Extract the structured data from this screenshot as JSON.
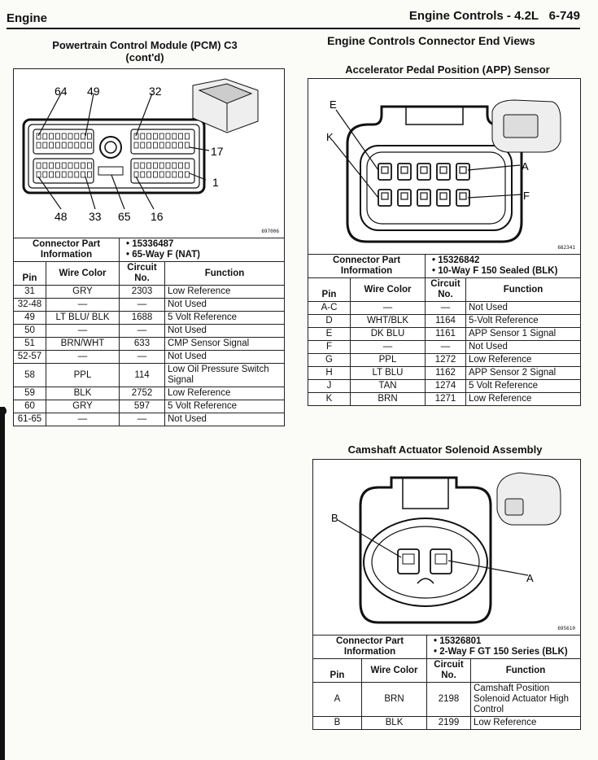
{
  "header": {
    "left": "Engine",
    "right_title": "Engine Controls - 4.2L",
    "page_number": "6-749"
  },
  "pcm": {
    "title_line1": "Powertrain Control Module (PCM) C3",
    "title_line2": "(cont'd)",
    "figure_id": "697006",
    "callouts": [
      "64",
      "49",
      "32",
      "17",
      "1",
      "48",
      "33",
      "65",
      "16"
    ],
    "connector": {
      "label": "Connector Part Information",
      "part_number": "15336487",
      "description": "65-Way F (NAT)"
    },
    "columns": [
      "Pin",
      "Wire Color",
      "Circuit No.",
      "Function"
    ],
    "rows": [
      {
        "pin": "31",
        "color": "GRY",
        "circuit": "2303",
        "function": "Low Reference"
      },
      {
        "pin": "32-48",
        "color": "—",
        "circuit": "—",
        "function": "Not Used"
      },
      {
        "pin": "49",
        "color": "LT BLU/ BLK",
        "circuit": "1688",
        "function": "5 Volt Reference"
      },
      {
        "pin": "50",
        "color": "—",
        "circuit": "—",
        "function": "Not Used"
      },
      {
        "pin": "51",
        "color": "BRN/WHT",
        "circuit": "633",
        "function": "CMP Sensor Signal"
      },
      {
        "pin": "52-57",
        "color": "—",
        "circuit": "—",
        "function": "Not Used"
      },
      {
        "pin": "58",
        "color": "PPL",
        "circuit": "114",
        "function": "Low Oil Pressure Switch Signal"
      },
      {
        "pin": "59",
        "color": "BLK",
        "circuit": "2752",
        "function": "Low Reference"
      },
      {
        "pin": "60",
        "color": "GRY",
        "circuit": "597",
        "function": "5 Volt Reference"
      },
      {
        "pin": "61-65",
        "color": "—",
        "circuit": "—",
        "function": "Not Used"
      }
    ]
  },
  "right_column_title": "Engine Controls Connector End Views",
  "app": {
    "title": "Accelerator Pedal Position (APP) Sensor",
    "figure_id": "682341",
    "callouts": [
      "E",
      "K",
      "A",
      "F"
    ],
    "connector": {
      "label": "Connector Part Information",
      "part_number": "15326842",
      "description": "10-Way F 150 Sealed (BLK)"
    },
    "columns": [
      "Pin",
      "Wire Color",
      "Circuit No.",
      "Function"
    ],
    "rows": [
      {
        "pin": "A-C",
        "color": "—",
        "circuit": "—",
        "function": "Not Used"
      },
      {
        "pin": "D",
        "color": "WHT/BLK",
        "circuit": "1164",
        "function": "5-Volt Reference"
      },
      {
        "pin": "E",
        "color": "DK BLU",
        "circuit": "1161",
        "function": "APP Sensor 1 Signal"
      },
      {
        "pin": "F",
        "color": "—",
        "circuit": "—",
        "function": "Not Used"
      },
      {
        "pin": "G",
        "color": "PPL",
        "circuit": "1272",
        "function": "Low Reference"
      },
      {
        "pin": "H",
        "color": "LT BLU",
        "circuit": "1162",
        "function": "APP Sensor 2 Signal"
      },
      {
        "pin": "J",
        "color": "TAN",
        "circuit": "1274",
        "function": "5 Volt Reference"
      },
      {
        "pin": "K",
        "color": "BRN",
        "circuit": "1271",
        "function": "Low Reference"
      }
    ]
  },
  "cam": {
    "title": "Camshaft Actuator Solenoid Assembly",
    "figure_id": "695610",
    "callouts": [
      "B",
      "A"
    ],
    "connector": {
      "label": "Connector Part Information",
      "part_number": "15326801",
      "description": "2-Way F GT 150 Series (BLK)"
    },
    "columns": [
      "Pin",
      "Wire Color",
      "Circuit No.",
      "Function"
    ],
    "rows": [
      {
        "pin": "A",
        "color": "BRN",
        "circuit": "2198",
        "function": "Camshaft Position Solenoid Actuator High Control"
      },
      {
        "pin": "B",
        "color": "BLK",
        "circuit": "2199",
        "function": "Low Reference"
      }
    ]
  }
}
